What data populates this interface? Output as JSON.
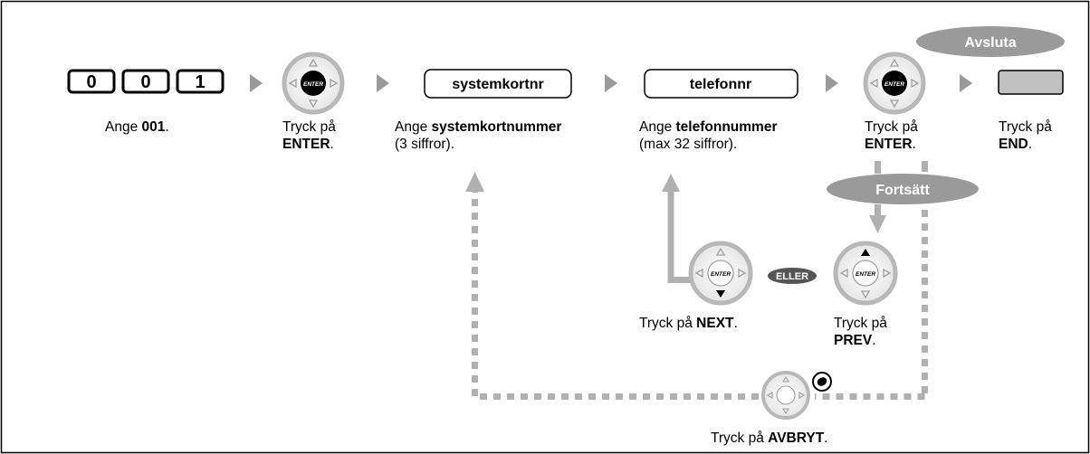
{
  "keys": [
    "0",
    "0",
    "1"
  ],
  "enter_key_text": "ENTER",
  "fields": {
    "system_card": "systemkortnr",
    "phone": "telefonnr"
  },
  "pills": {
    "end": "Avsluta",
    "continue": "Fortsätt",
    "or": "ELLER"
  },
  "steps": {
    "enter_001": {
      "pre": "Ange ",
      "bold": "001",
      "post": "."
    },
    "press_enter_1": {
      "line1": "Tryck på",
      "bold": "ENTER",
      "post": "."
    },
    "enter_system_card": {
      "pre": "Ange ",
      "bold": "systemkortnummer",
      "line2": "(3 siffror)."
    },
    "enter_phone": {
      "pre": "Ange ",
      "bold": "telefonnummer",
      "line2": "(max 32 siffror)."
    },
    "press_enter_2": {
      "line1": "Tryck på",
      "bold": "ENTER",
      "post": "."
    },
    "press_end": {
      "line1": "Tryck på",
      "bold": "END",
      "post": "."
    },
    "press_next": {
      "pre": "Tryck på ",
      "bold": "NEXT",
      "post": "."
    },
    "press_prev": {
      "line1": "Tryck på",
      "bold": "PREV",
      "post": "."
    },
    "press_cancel": {
      "pre": "Tryck på ",
      "bold": "AVBRYT",
      "post": "."
    }
  }
}
